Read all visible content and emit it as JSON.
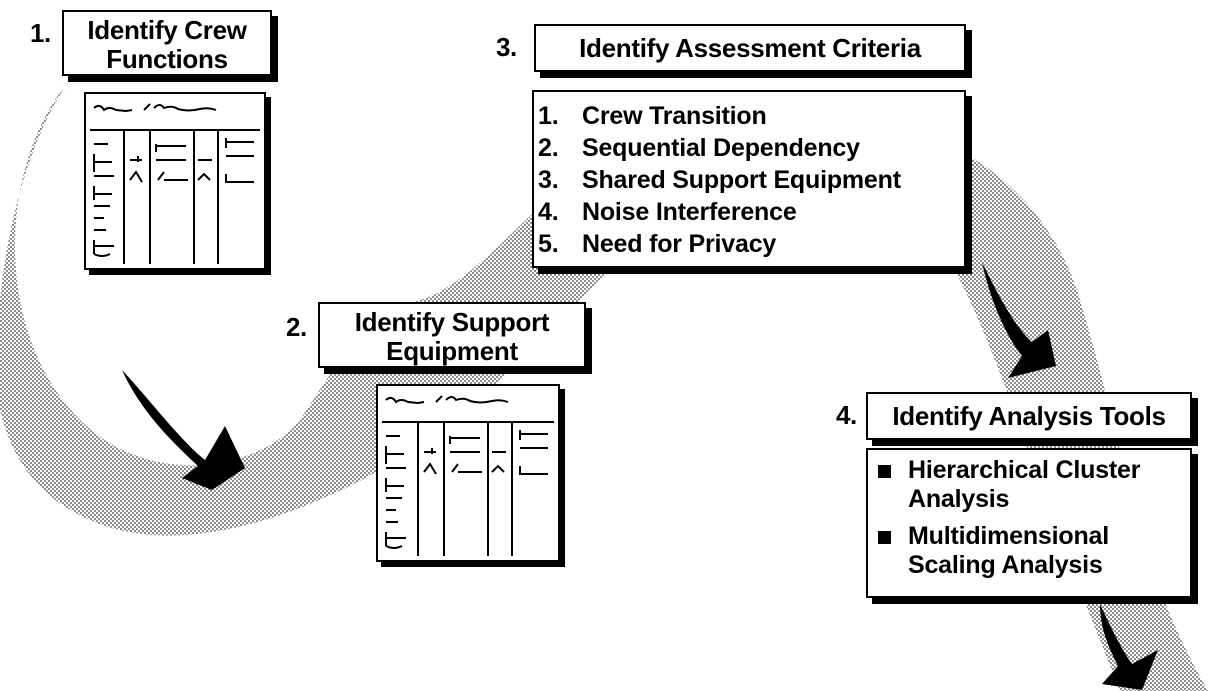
{
  "steps": [
    {
      "number": "1.",
      "title_lines": [
        "Identify Crew",
        "Functions"
      ]
    },
    {
      "number": "2.",
      "title_lines": [
        "Identify Support",
        "Equipment"
      ]
    },
    {
      "number": "3.",
      "title": "Identify Assessment Criteria",
      "criteria": [
        {
          "n": "1.",
          "label": "Crew Transition"
        },
        {
          "n": "2.",
          "label": "Sequential Dependency"
        },
        {
          "n": "3.",
          "label": "Shared Support Equipment"
        },
        {
          "n": "4.",
          "label": "Noise Interference"
        },
        {
          "n": "5.",
          "label": "Need for Privacy"
        }
      ]
    },
    {
      "number": "4.",
      "title": "Identify Analysis Tools",
      "tools": [
        {
          "lines": [
            "Hierarchical Cluster",
            "Analysis"
          ]
        },
        {
          "lines": [
            "Multidimensional",
            "Scaling Analysis"
          ]
        }
      ]
    }
  ],
  "colors": {
    "ink": "#000000",
    "paper": "#ffffff",
    "path_dots": "#9a9a9a"
  },
  "icons": [
    "table-sketch-icon",
    "arrow-icon",
    "bullet-square-icon"
  ]
}
